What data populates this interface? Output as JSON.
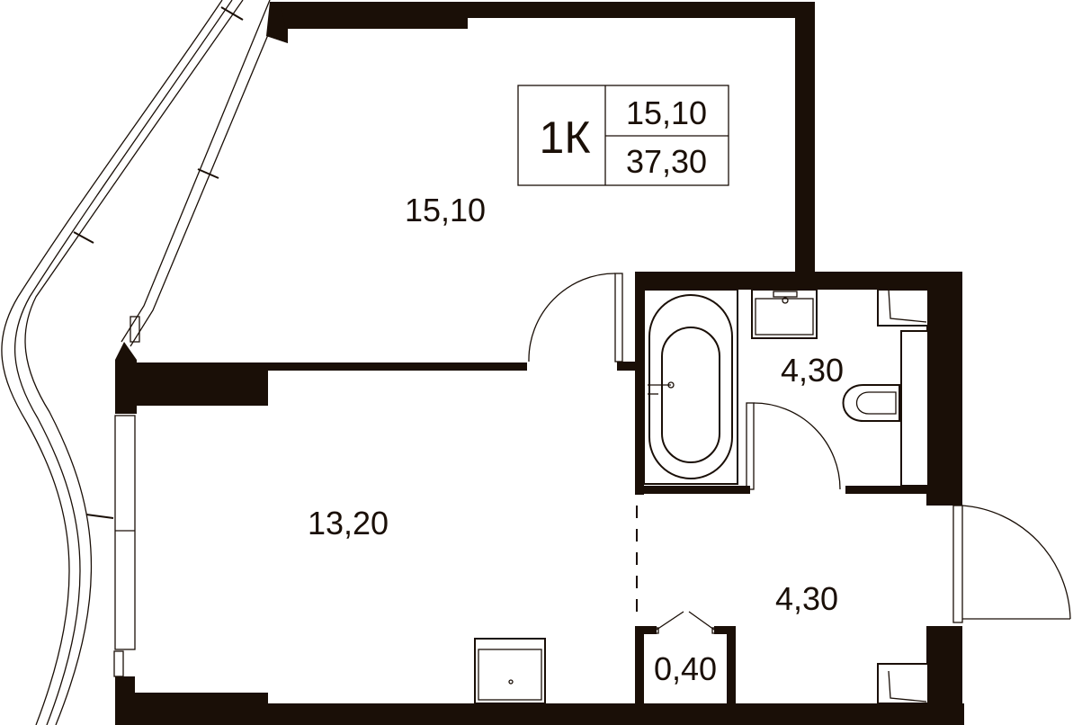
{
  "summary": {
    "type": "1К",
    "living_area": "15,10",
    "total_area": "37,30"
  },
  "rooms": [
    {
      "id": "room-bedroom",
      "area": "15,10"
    },
    {
      "id": "room-kitchen-living",
      "area": "13,20"
    },
    {
      "id": "room-bathroom",
      "area": "4,30"
    },
    {
      "id": "room-hallway",
      "area": "4,30"
    },
    {
      "id": "room-closet",
      "area": "0,40"
    }
  ],
  "colors": {
    "wall": "#1a0f07",
    "background": "#ffffff"
  }
}
